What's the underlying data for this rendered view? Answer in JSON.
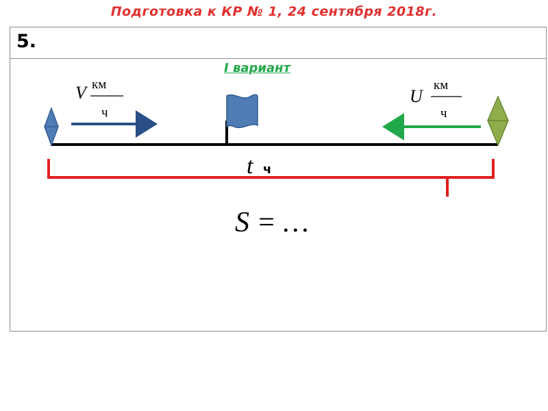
{
  "header": {
    "title": "Подготовка к КР № 1, 24 сентября 2018г."
  },
  "task": {
    "number": "5.",
    "variant": "I  вариант"
  },
  "diagram": {
    "left_speed": {
      "var": "V",
      "unit_num": "км",
      "unit_den": "ч"
    },
    "right_speed": {
      "var": "U",
      "unit_num": "км",
      "unit_den": "ч"
    },
    "time_label": {
      "var": "t",
      "unit": "ч"
    },
    "distance_formula": "S = …",
    "colors": {
      "left_object": "#4f7cb5",
      "left_arrow": "#2a4f87",
      "right_object": "#7a9a3c",
      "right_arrow": "#21a84a",
      "flag": "#4f7cb5",
      "bracket": "#e01f1f",
      "road": "#000000"
    }
  }
}
